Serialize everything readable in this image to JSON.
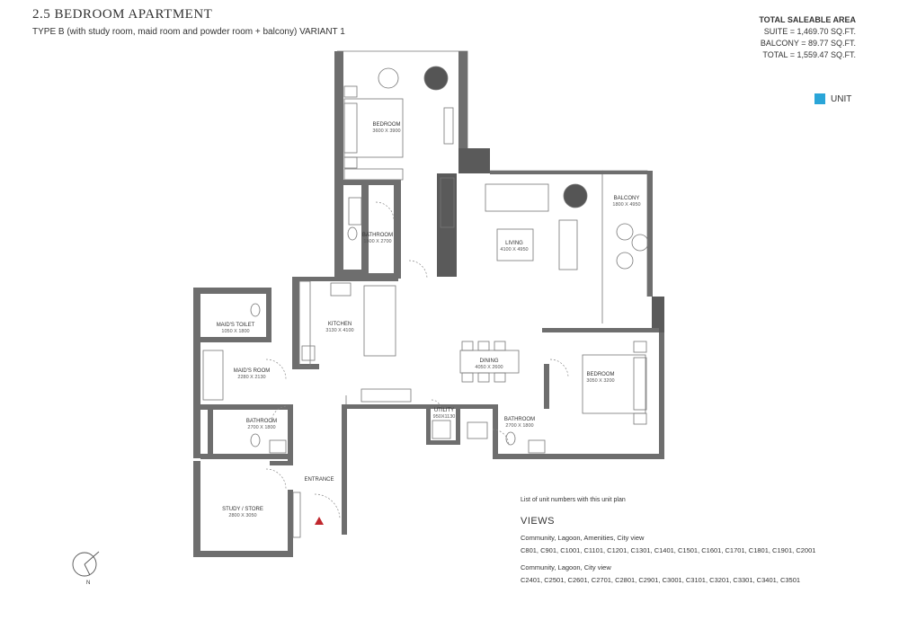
{
  "header": {
    "title": "2.5 BEDROOM APARTMENT",
    "subtitle": "TYPE B (with study room, maid room and powder room + balcony) VARIANT 1"
  },
  "area": {
    "heading": "TOTAL SALEABLE AREA",
    "suite": "SUITE = 1,469.70 SQ.FT.",
    "balcony": "BALCONY = 89.77 SQ.FT.",
    "total": "TOTAL = 1,559.47 SQ.FT."
  },
  "legend": {
    "label": "UNIT",
    "color": "#2aa5d8"
  },
  "rooms": {
    "bedroom1": {
      "name": "BEDROOM",
      "dims": "3600 X 3900"
    },
    "bathroom1": {
      "name": "BATHROOM",
      "dims": "1800 X 2700"
    },
    "living": {
      "name": "LIVING",
      "dims": "4100 X 4950"
    },
    "balcony": {
      "name": "BALCONY",
      "dims": "1800 X 4950"
    },
    "kitchen": {
      "name": "KITCHEN",
      "dims": "3130 X 4100"
    },
    "maids_toilet": {
      "name": "MAID'S TOILET",
      "dims": "1050 X 1800"
    },
    "maids_room": {
      "name": "MAID'S ROOM",
      "dims": "2280 X 2130"
    },
    "dining": {
      "name": "DINING",
      "dims": "4050 X 2600"
    },
    "bedroom2": {
      "name": "BEDROOM",
      "dims": "3050 X 3200"
    },
    "utility": {
      "name": "UTILITY",
      "dims": "950X1130"
    },
    "bathroom2": {
      "name": "BATHROOM",
      "dims": "2700 X 1800"
    },
    "bathroom3": {
      "name": "BATHROOM",
      "dims": "2700 X 1800"
    },
    "entrance": {
      "name": "ENTRANCE"
    },
    "study": {
      "name": "STUDY / STORE",
      "dims": "2800 X 3050"
    }
  },
  "compass": {
    "north": "N"
  },
  "info": {
    "list_note": "List of unit numbers with this unit plan",
    "views_heading": "VIEWS",
    "group1_title": "Community, Lagoon, Amenities, City view",
    "group1_units": "C801, C901, C1001, C1101, C1201, C1301, C1401, C1501, C1601, C1701, C1801, C1901, C2001",
    "group2_title": "Community, Lagoon, City view",
    "group2_units": "C2401, C2501, C2601, C2701, C2801, C2901, C3001, C3101, C3201, C3301, C3401, C3501"
  },
  "colors": {
    "wall": "#6e6e6e",
    "wall_dark": "#5a5a5a",
    "line": "#777777",
    "entry_marker": "#c0272d"
  }
}
